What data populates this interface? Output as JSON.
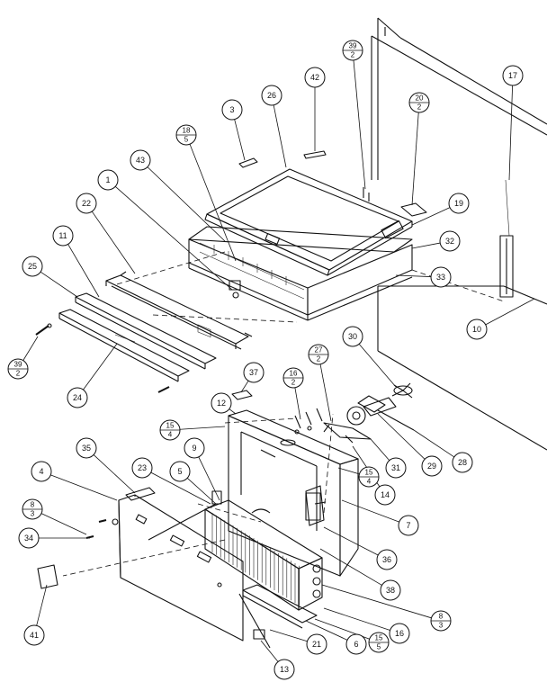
{
  "callouts": [
    {
      "id": "c3",
      "num": "3"
    },
    {
      "id": "c26",
      "num": "26"
    },
    {
      "id": "c42",
      "num": "42"
    },
    {
      "id": "c39a",
      "num": "39",
      "den": "2"
    },
    {
      "id": "c20",
      "num": "20",
      "den": "2"
    },
    {
      "id": "c17",
      "num": "17"
    },
    {
      "id": "c18",
      "num": "18",
      "den": "5"
    },
    {
      "id": "c43",
      "num": "43"
    },
    {
      "id": "c1",
      "num": "1"
    },
    {
      "id": "c22",
      "num": "22"
    },
    {
      "id": "c19",
      "num": "19"
    },
    {
      "id": "c32",
      "num": "32"
    },
    {
      "id": "c11",
      "num": "11"
    },
    {
      "id": "c33",
      "num": "33"
    },
    {
      "id": "c25",
      "num": "25"
    },
    {
      "id": "c10",
      "num": "10"
    },
    {
      "id": "c39b",
      "num": "39",
      "den": "2"
    },
    {
      "id": "c30",
      "num": "30"
    },
    {
      "id": "c27",
      "num": "27",
      "den": "2"
    },
    {
      "id": "c16a",
      "num": "16",
      "den": "2"
    },
    {
      "id": "c37",
      "num": "37"
    },
    {
      "id": "c24",
      "num": "24"
    },
    {
      "id": "c12",
      "num": "12"
    },
    {
      "id": "c15a",
      "num": "15",
      "den": "4"
    },
    {
      "id": "c35",
      "num": "35"
    },
    {
      "id": "c9",
      "num": "9"
    },
    {
      "id": "c15b",
      "num": "15",
      "den": "4"
    },
    {
      "id": "c31",
      "num": "31"
    },
    {
      "id": "c29",
      "num": "29"
    },
    {
      "id": "c28",
      "num": "28"
    },
    {
      "id": "c4",
      "num": "4"
    },
    {
      "id": "c23",
      "num": "23"
    },
    {
      "id": "c5",
      "num": "5"
    },
    {
      "id": "c14",
      "num": "14"
    },
    {
      "id": "c8a",
      "num": "8",
      "den": "3"
    },
    {
      "id": "c7",
      "num": "7"
    },
    {
      "id": "c34",
      "num": "34"
    },
    {
      "id": "c36",
      "num": "36"
    },
    {
      "id": "c38",
      "num": "38"
    },
    {
      "id": "c8b",
      "num": "8",
      "den": "3"
    },
    {
      "id": "c41",
      "num": "41"
    },
    {
      "id": "c16b",
      "num": "16"
    },
    {
      "id": "c15c",
      "num": "15",
      "den": "5"
    },
    {
      "id": "c6",
      "num": "6"
    },
    {
      "id": "c21",
      "num": "21"
    },
    {
      "id": "c13",
      "num": "13"
    }
  ]
}
